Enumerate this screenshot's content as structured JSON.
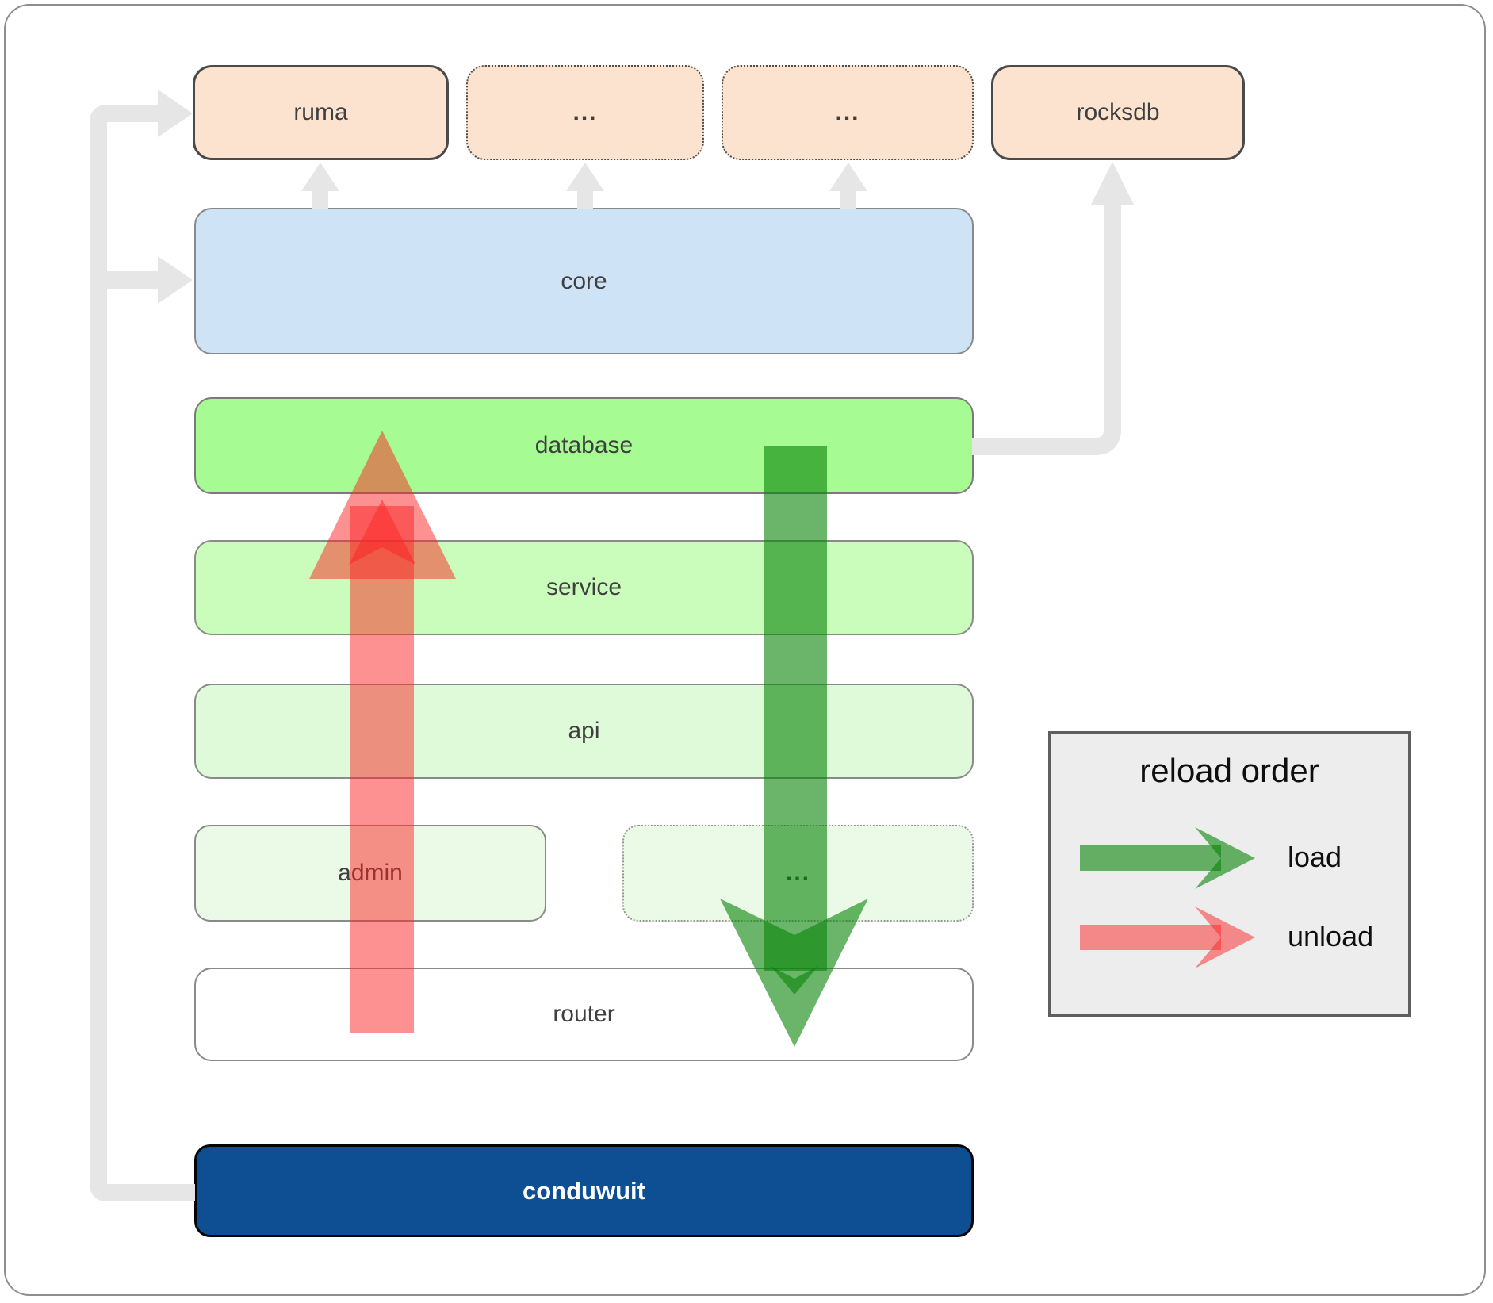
{
  "diagram": {
    "top_row": [
      {
        "label": "ruma",
        "border": "solid"
      },
      {
        "label": "...",
        "border": "dotted"
      },
      {
        "label": "...",
        "border": "dotted"
      },
      {
        "label": "rocksdb",
        "border": "solid"
      }
    ],
    "layers": {
      "core": {
        "label": "core",
        "fill": "#cfe3f7"
      },
      "database": {
        "label": "database",
        "fill": "#a6fb92"
      },
      "service": {
        "label": "service",
        "fill": "#cafcbb"
      },
      "api": {
        "label": "api",
        "fill": "#defad8"
      },
      "admin": {
        "label": "admin",
        "fill": "#eafae7"
      },
      "admin_more": {
        "label": "...",
        "fill": "#eafae7",
        "border": "dotted"
      },
      "router": {
        "label": "router",
        "fill": "#ffffff"
      },
      "conduwuit": {
        "label": "conduwuit",
        "fill": "#0e4f94",
        "text_color": "#ffffff"
      }
    },
    "arrows": {
      "load": {
        "color": "#078407",
        "direction": "down",
        "from": "database",
        "to": "router"
      },
      "unload": {
        "color": "#fb2323",
        "direction": "up",
        "from": "router",
        "to": "database"
      }
    },
    "connector_color": "#e6e6e6",
    "top_row_fill": "#fbe3cf"
  },
  "legend": {
    "title": "reload order",
    "items": [
      {
        "label": "load",
        "color": "#078407"
      },
      {
        "label": "unload",
        "color": "#fb2323"
      }
    ]
  }
}
